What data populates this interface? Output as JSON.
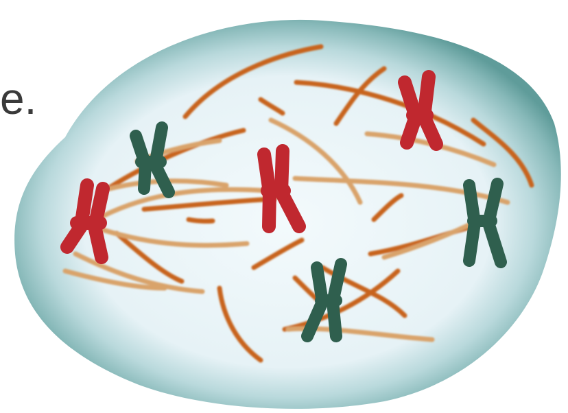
{
  "panel_label": "e.",
  "colors": {
    "cell_membrane_outer": "#5f9c9a",
    "cell_membrane_mid": "#a9cfcf",
    "cell_interior": "#eef7fa",
    "spindle_fiber_dark": "#c8641e",
    "spindle_fiber_light": "#d9a36a",
    "chromosome_red": "#c0282f",
    "chromosome_green": "#2f5f4e"
  },
  "chromosomes": [
    {
      "name": "chromosome-green-1",
      "color": "green"
    },
    {
      "name": "chromosome-red-1",
      "color": "red"
    },
    {
      "name": "chromosome-red-2",
      "color": "red"
    },
    {
      "name": "chromosome-red-3",
      "color": "red"
    },
    {
      "name": "chromosome-green-2",
      "color": "green"
    },
    {
      "name": "chromosome-green-3",
      "color": "green"
    }
  ]
}
